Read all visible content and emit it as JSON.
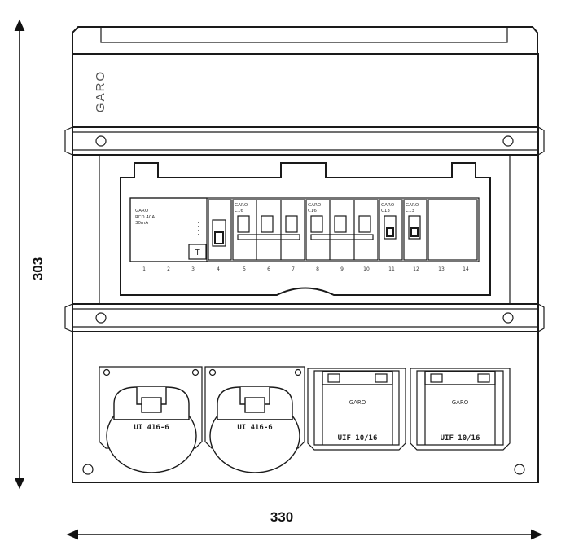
{
  "dimensions": {
    "height_label": "303",
    "width_label": "330"
  },
  "brand": "GARO",
  "rcd": {
    "brand": "GARO",
    "line1": "RCD 40A",
    "line2": "30mA",
    "test_label": "T"
  },
  "breakers": [
    {
      "brand": "GARO",
      "model": "C16"
    },
    {
      "brand": "GARO",
      "model": "C16"
    },
    {
      "brand": "GARO",
      "model": "C13"
    },
    {
      "brand": "GARO",
      "model": "C13"
    }
  ],
  "terminals": [
    "1",
    "2",
    "3",
    "4",
    "5",
    "6",
    "7",
    "8",
    "9",
    "10",
    "11",
    "12",
    "13",
    "14"
  ],
  "sockets": [
    {
      "label": "UI 416-6"
    },
    {
      "label": "UI 416-6"
    },
    {
      "brand": "GARO",
      "label": "UIF 10/16"
    },
    {
      "brand": "GARO",
      "label": "UIF 10/16"
    }
  ]
}
